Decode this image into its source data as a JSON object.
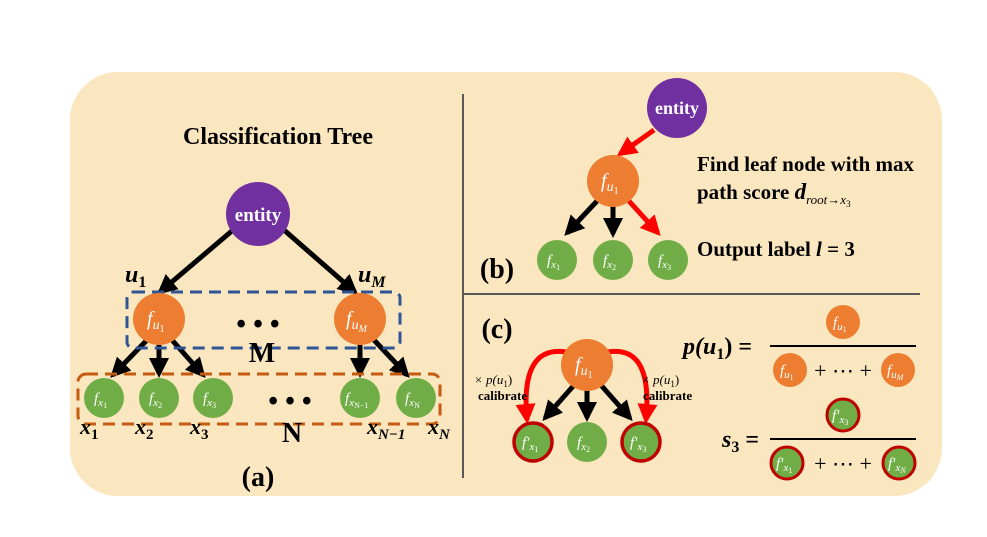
{
  "colors": {
    "panel_bg": "#fbe7bf",
    "entity": "#7030a0",
    "node_orange": "#ed7d31",
    "node_green": "#70ad47",
    "calibrated_border": "#c00000",
    "arrow_black": "#000000",
    "arrow_red": "#ff0000",
    "box_blue": "#2f5597",
    "box_brown": "#c55a11",
    "divider": "#595959"
  },
  "panel_a": {
    "title": "Classification Tree",
    "entity": "entity",
    "label_u1": "u",
    "label_u1_sub": "1",
    "label_uM": "u",
    "label_uM_sub": "M",
    "node_u1": "f",
    "node_u1_sub": "u",
    "node_u1_subsub": "1",
    "node_uM": "f",
    "node_uM_sub": "u",
    "node_uM_subsub": "M",
    "dots_top": "• • •",
    "group_M": "M",
    "leaves": [
      {
        "f": "f",
        "sub": "x",
        "subsub": "1"
      },
      {
        "f": "f",
        "sub": "x",
        "subsub": "2"
      },
      {
        "f": "f",
        "sub": "x",
        "subsub": "3"
      },
      {
        "f": "f",
        "sub": "x",
        "subsub": "N−1"
      },
      {
        "f": "f",
        "sub": "x",
        "subsub": "N"
      }
    ],
    "dots_bottom": "• • •",
    "group_N": "N",
    "x_labels": [
      {
        "x": "x",
        "sub": "1"
      },
      {
        "x": "x",
        "sub": "2"
      },
      {
        "x": "x",
        "sub": "3"
      },
      {
        "x": "x",
        "sub": "N−1"
      },
      {
        "x": "x",
        "sub": "N"
      }
    ],
    "caption": "(a)"
  },
  "panel_b": {
    "entity": "entity",
    "node_u1": "f",
    "node_u1_sub": "u",
    "node_u1_subsub": "1",
    "leaves": [
      {
        "f": "f",
        "sub": "x",
        "subsub": "1"
      },
      {
        "f": "f",
        "sub": "x",
        "subsub": "2"
      },
      {
        "f": "f",
        "sub": "x",
        "subsub": "3"
      }
    ],
    "text_line1": "Find leaf node with max",
    "text_line2": "path score ",
    "score_d": "d",
    "score_sub": "root→x",
    "score_subsub": "3",
    "output_label": "Output label ",
    "output_l": "l",
    "output_value": " = 3",
    "caption": "(b)"
  },
  "panel_c": {
    "node_u1": "f",
    "node_u1_sub": "u",
    "node_u1_subsub": "1",
    "leaves": [
      {
        "f": "f′",
        "sub": "x",
        "subsub": "1"
      },
      {
        "f": "f",
        "sub": "x",
        "subsub": "2"
      },
      {
        "f": "f′",
        "sub": "x",
        "subsub": "3"
      }
    ],
    "calib_mult": "× p(u",
    "calib_mult_sub": "1",
    "calib_mult_close": ")",
    "calib_word": "calibrate",
    "p_label": "p(u",
    "p_sub": "1",
    "p_close": ") =",
    "p_num": {
      "f": "f",
      "sub": "u",
      "subsub": "1"
    },
    "p_den_a": {
      "f": "f",
      "sub": "u",
      "subsub": "1"
    },
    "p_den_plus": "+ ⋯ +",
    "p_den_b": {
      "f": "f",
      "sub": "u",
      "subsub": "M"
    },
    "s_label": "s",
    "s_sub": "3",
    "s_eq": " =",
    "s_num": {
      "f": "f′",
      "sub": "x",
      "subsub": "3"
    },
    "s_den_a": {
      "f": "f′",
      "sub": "x",
      "subsub": "1"
    },
    "s_den_plus": "+ ⋯ +",
    "s_den_b": {
      "f": "f′",
      "sub": "x",
      "subsub": "N"
    },
    "caption": "(c)"
  }
}
